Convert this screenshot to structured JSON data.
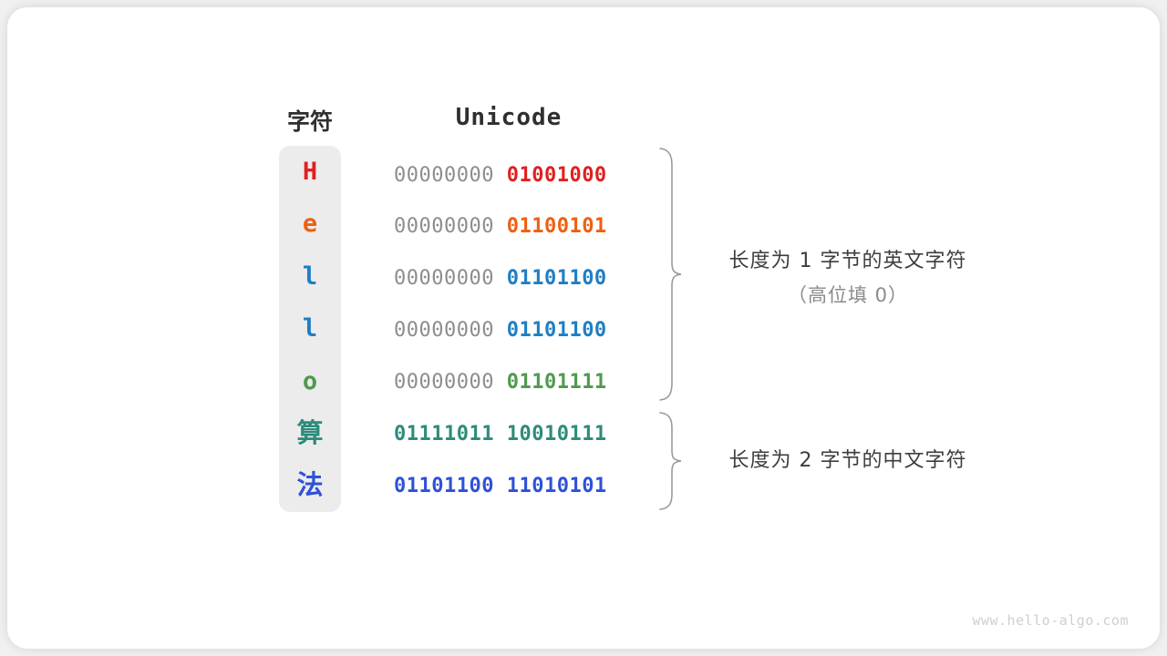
{
  "headers": {
    "character": "字符",
    "unicode": "Unicode"
  },
  "colors": {
    "H": "#e02020",
    "e": "#ec6013",
    "l": "#1f7ec4",
    "o": "#4e9a4e",
    "suan": "#2d8b7b",
    "fa": "#2f51d8",
    "high_byte_gray": "#8d8d8d",
    "char_column_bg": "#ececec",
    "card_bg": "#ffffff",
    "page_bg": "#f0f0f0",
    "brace": "#9a9a9a",
    "watermark": "#cfcfcf"
  },
  "rows": [
    {
      "char": "H",
      "high": "00000000",
      "low": "01001000",
      "color": "#e02020",
      "two_byte": false
    },
    {
      "char": "e",
      "high": "00000000",
      "low": "01100101",
      "color": "#ec6013",
      "two_byte": false
    },
    {
      "char": "l",
      "high": "00000000",
      "low": "01101100",
      "color": "#1f7ec4",
      "two_byte": false
    },
    {
      "char": "l",
      "high": "00000000",
      "low": "01101100",
      "color": "#1f7ec4",
      "two_byte": false
    },
    {
      "char": "o",
      "high": "00000000",
      "low": "01101111",
      "color": "#4e9a4e",
      "two_byte": false
    },
    {
      "char": "算",
      "high": "01111011",
      "low": "10010111",
      "color": "#2d8b7b",
      "two_byte": true
    },
    {
      "char": "法",
      "high": "01101100",
      "low": "11010101",
      "color": "#2f51d8",
      "two_byte": true
    }
  ],
  "annotations": [
    {
      "line1": "长度为 1 字节的英文字符",
      "line2": "（高位填 0）"
    },
    {
      "line1": "长度为 2 字节的中文字符",
      "line2": ""
    }
  ],
  "watermark": "www.hello-algo.com"
}
